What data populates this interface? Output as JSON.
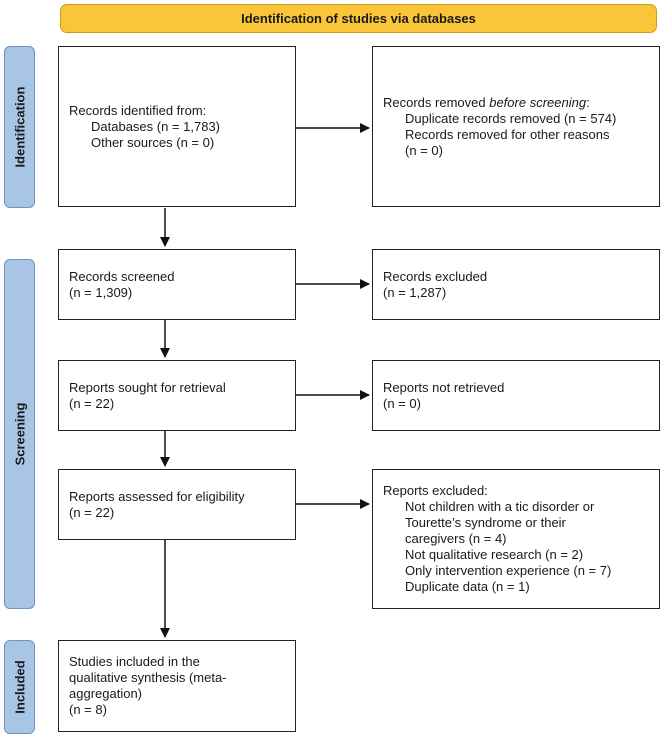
{
  "banner": "Identification of studies via databases",
  "phases": {
    "identification": "Identification",
    "screening": "Screening",
    "included": "Included"
  },
  "identified": {
    "title": "Records identified from:",
    "databases": "Databases (n = 1,783)",
    "other": "Other sources (n = 0)"
  },
  "removed": {
    "title_pre": "Records removed ",
    "title_em": "before screening",
    "title_post": ":",
    "duplicates": "Duplicate records removed (n = 574)",
    "other_line1": "Records removed for other reasons",
    "other_line2": "(n = 0)"
  },
  "screened": {
    "title": "Records screened",
    "count": "(n = 1,309)"
  },
  "excluded": {
    "title": "Records excluded",
    "count": "(n = 1,287)"
  },
  "sought": {
    "title": "Reports sought for retrieval",
    "count": "(n = 22)"
  },
  "not_retrieved": {
    "title": "Reports not retrieved",
    "count": "(n = 0)"
  },
  "assessed": {
    "title": "Reports assessed for eligibility",
    "count": "(n = 22)"
  },
  "reports_excluded": {
    "title": "Reports excluded:",
    "r1_line1": "Not children with a tic disorder or",
    "r1_line2": "Tourette’s syndrome or their",
    "r1_line3": "caregivers (n = 4)",
    "r2": "Not qualitative research (n = 2)",
    "r3": "Only intervention experience (n = 7)",
    "r4": "Duplicate data (n = 1)"
  },
  "included": {
    "line1": "Studies included in the",
    "line2": "qualitative synthesis (meta-",
    "line3": "aggregation)",
    "line4": "(n = 8)"
  },
  "colors": {
    "banner": "#fbc53a",
    "phase": "#a9c5e6"
  }
}
